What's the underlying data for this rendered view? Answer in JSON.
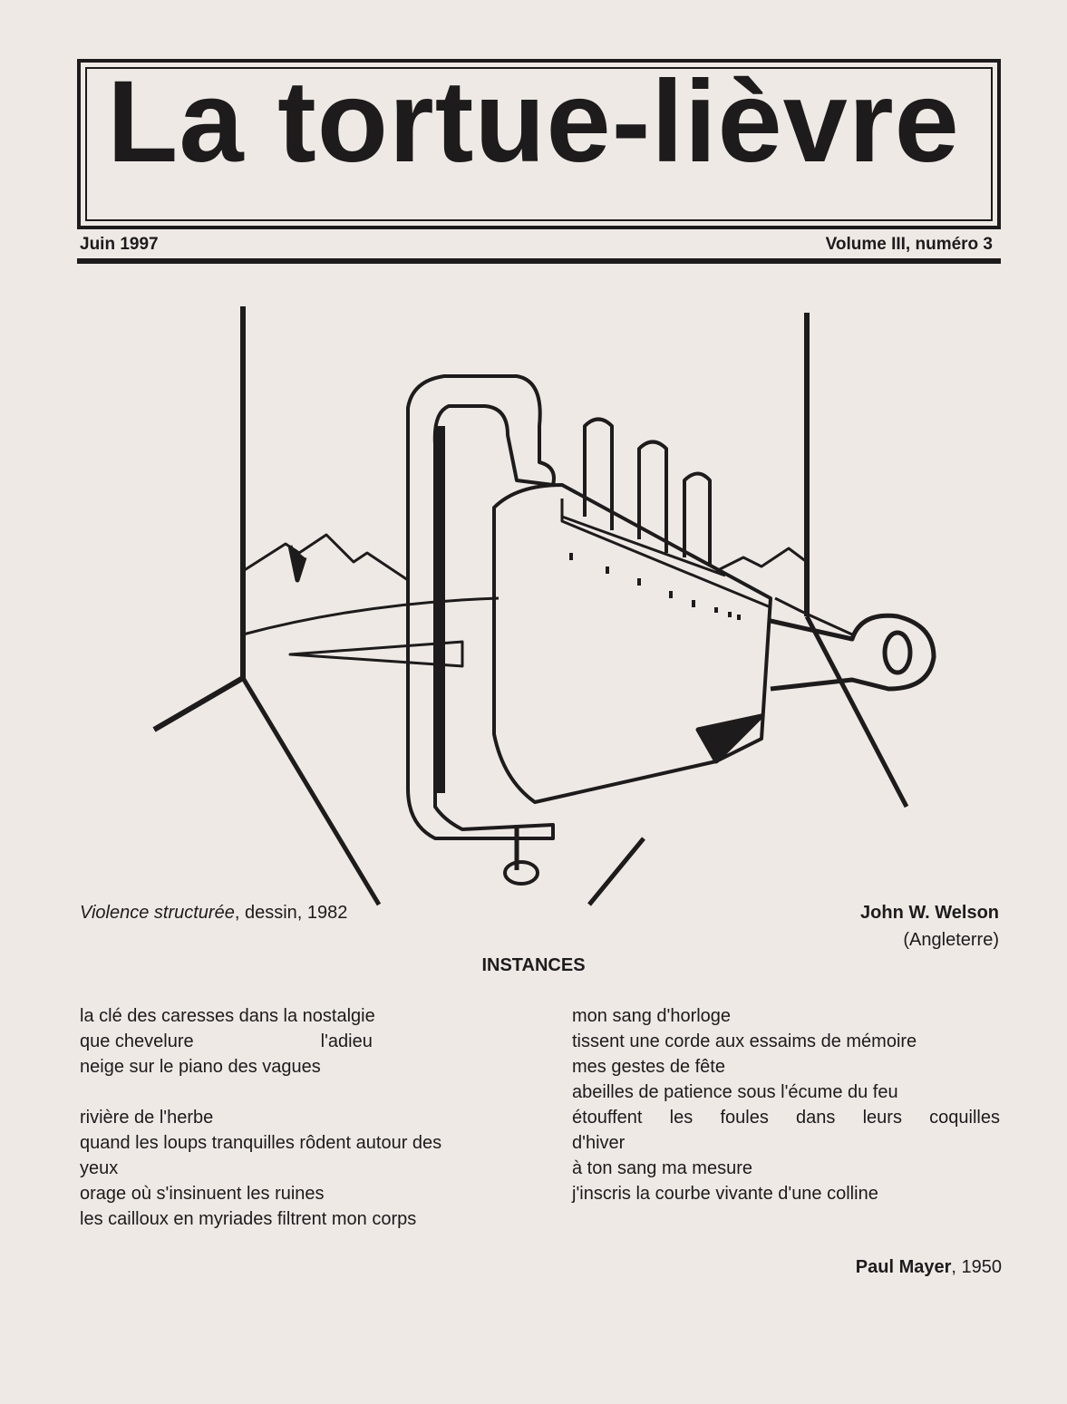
{
  "masthead": {
    "title": "La tortue-lièvre",
    "date": "Juin 1997",
    "issue": "Volume III, numéro 3"
  },
  "artwork": {
    "title": "Violence structurée",
    "caption_rest": ", dessin, 1982",
    "artist": "John W. Welson",
    "country": "(Angleterre)"
  },
  "poem": {
    "title": "INSTANCES",
    "left_stanza1": [
      "la clé des caresses dans la nostalgie",
      "neige sur le piano des vagues"
    ],
    "chevelure_a": "que chevelure",
    "chevelure_b": "l'adieu",
    "left_stanza2": [
      "rivière de l'herbe",
      "quand les loups tranquilles rôdent autour des",
      "yeux",
      "orage où s'insinuent les ruines",
      "les cailloux en myriades filtrent mon corps"
    ],
    "right": [
      "mon sang d'horloge",
      "tissent une corde aux essaims de mémoire",
      "mes gestes de fête",
      "abeilles de patience sous l'écume du feu",
      "étouffent les foules dans leurs coquilles",
      "d'hiver",
      "à ton sang ma mesure",
      "j'inscris la courbe vivante d'une colline"
    ],
    "author": "Paul Mayer",
    "year": ", 1950"
  }
}
